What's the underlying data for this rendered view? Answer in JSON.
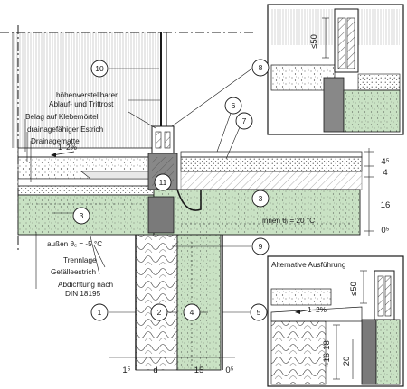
{
  "labels": {
    "adjustable_drain": [
      "höhenverstellbarer",
      "Ablauf- und Trittrost"
    ],
    "tile_on_adhesive": "Belag auf Klebemörtel",
    "draining_screed": "drainagefähiger Estrich",
    "drainage_mat": "Drainagematte",
    "slope": "1–2%",
    "outside_temp": "außen    θₑ = -5 °C",
    "inside_temp": "innen    θᵢ = 20 °C",
    "separating_layer": "Trennlage",
    "sloped_screed": "Gefälleestrich",
    "waterproofing": [
      "Abdichtung nach",
      "DIN 18195"
    ],
    "alternative": "Alternative Ausführung",
    "detail_slope": "1–2%"
  },
  "callouts": [
    "1",
    "2",
    "3",
    "3",
    "4",
    "5",
    "6",
    "7",
    "8",
    "9",
    "10",
    "11"
  ],
  "dimensions": {
    "bottom": [
      "1⁵",
      "d",
      "15",
      "0⁵"
    ],
    "right": [
      "4⁵",
      "4",
      "16",
      "0⁵"
    ],
    "detail_top": "≤50",
    "detail_bottom_a": "≤50",
    "detail_bottom_b": "≈16-18",
    "detail_bottom_c": "20"
  },
  "colors": {
    "insulation_green": "#c9e2c4",
    "line": "#1a1a1a"
  }
}
